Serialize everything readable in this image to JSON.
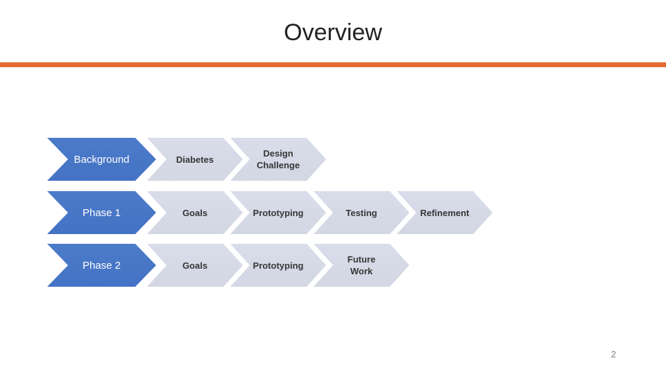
{
  "slide": {
    "title": "Overview",
    "page_number": "2"
  },
  "colors": {
    "accent-orange": "#E26C30",
    "chevron-blue": "#4472C4",
    "chevron-light": "#D3D7E3",
    "text-dark": "#363636",
    "text-light": "#FFFFFF",
    "page-number-gray": "#7A7A7A"
  },
  "diagram": {
    "rows": [
      {
        "lead": "Background",
        "steps": [
          "Diabetes",
          "Design\nChallenge"
        ]
      },
      {
        "lead": "Phase 1",
        "steps": [
          "Goals",
          "Prototyping",
          "Testing",
          "Refinement"
        ]
      },
      {
        "lead": "Phase 2",
        "steps": [
          "Goals",
          "Prototyping",
          "Future\nWork"
        ]
      }
    ]
  }
}
